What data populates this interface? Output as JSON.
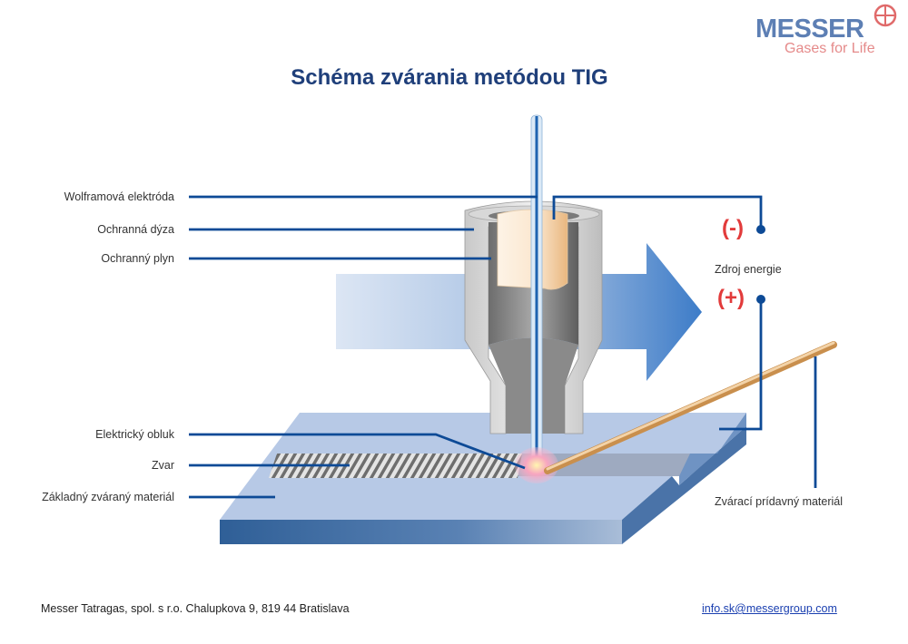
{
  "logo": {
    "brand": "MESSER",
    "tagline": "Gases for Life"
  },
  "title": "Schéma zvárania metódou TIG",
  "labels": {
    "electrode": "Wolframová elektróda",
    "nozzle": "Ochranná dýza",
    "gas": "Ochranný plyn",
    "arc": "Elektrický obluk",
    "weld": "Zvar",
    "base_material": "Základný zváraný materiál",
    "power_source": "Zdroj energie",
    "minus": "(-)",
    "plus": "(+)",
    "filler": "Zvárací prídavný materiál"
  },
  "footer": {
    "address": "Messer Tatragas, spol. s r.o. Chalupkova 9, 819 44  Bratislava",
    "email": "info.sk@messergroup.com"
  },
  "colors": {
    "title": "#1f3f7a",
    "leader": "#0d4a96",
    "polarity": "#e23b3b",
    "logo_blue": "#5d7fb4",
    "logo_red": "#e58a8a"
  }
}
